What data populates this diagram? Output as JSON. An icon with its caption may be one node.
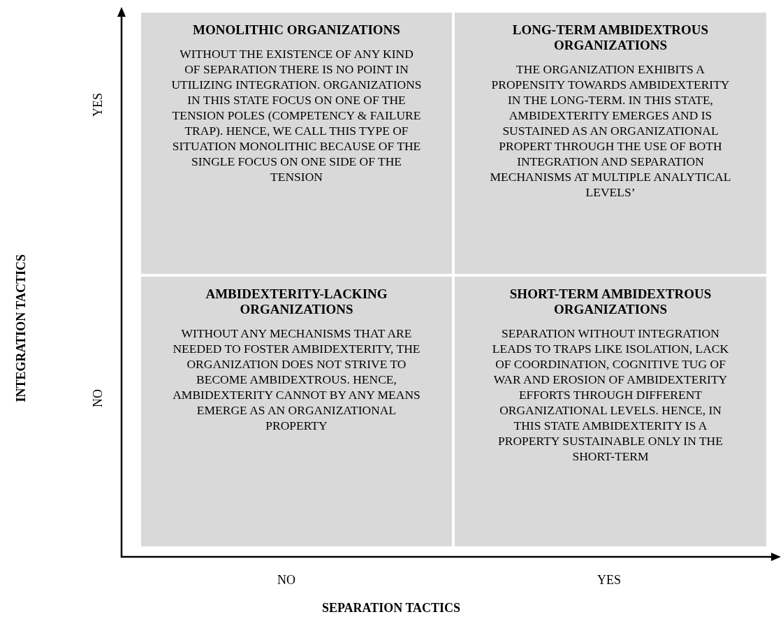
{
  "diagram": {
    "nodes": [
      {
        "text": [
          "MONOLITHIC ORGANIZATIONS",
          "WITHOUT THE EXISTENCE OF ANY KIND OF SEPARATION THERE IS NO POINT IN UTILIZING INTEGRATION. ORGANIZATIONS IN THIS STATE FOCUS ON ONE OF THE TENSION POLES (COMPETENCY & FAILURE TRAP). HENCE, WE CALL THIS TYPE OF SITUATION MONOLITHIC BECAUSE OF THE SINGLE FOCUS ON ONE SIDE OF THE TENSION"
        ]
      },
      {
        "text": [
          "LONG-TERM AMBIDEXTROUS ORGANIZATIONS",
          "THE ORGANIZATION EXHIBITS A PROPENSITY TOWARDS AMBIDEXTERITY IN THE LONG-TERM. IN THIS STATE, AMBIDEXTERITY EMERGES AND IS SUSTAINED AS AN ORGANIZATIONAL PROPERT THROUGH THE USE OF BOTH INTEGRATION AND SEPARATION MECHANISMS AT MULTIPLE ANALYTICAL LEVELS’"
        ]
      },
      {
        "text": [
          "AMBIDEXTERITY-LACKING ORGANIZATIONS",
          "WITHOUT ANY MECHANISMS THAT ARE NEEDED TO FOSTER AMBIDEXTERITY, THE ORGANIZATION DOES NOT STRIVE TO BECOME AMBIDEXTROUS. HENCE, AMBIDEXTERITY CANNOT BY ANY MEANS EMERGE AS AN ORGANIZATIONAL PROPERTY"
        ]
      },
      {
        "text": [
          "SHORT-TERM AMBIDEXTROUS ORGANIZATIONS",
          "SEPARATION WITHOUT INTEGRATION LEADS TO TRAPS LIKE ISOLATION, LACK OF COORDINATION, COGNITIVE TUG OF WAR AND EROSION OF AMBIDEXTERITY EFFORTS THROUGH DIFFERENT ORGANIZATIONAL LEVELS. HENCE, IN THIS STATE AMBIDEXTERITY IS A PROPERTY SUSTAINABLE ONLY IN THE SHORT-TERM"
        ]
      }
    ],
    "edges": [],
    "labels": [
      "INTEGRATION TACTICS",
      "YES",
      "NO",
      "NO",
      "YES",
      "SEPARATION TACTICS"
    ]
  }
}
